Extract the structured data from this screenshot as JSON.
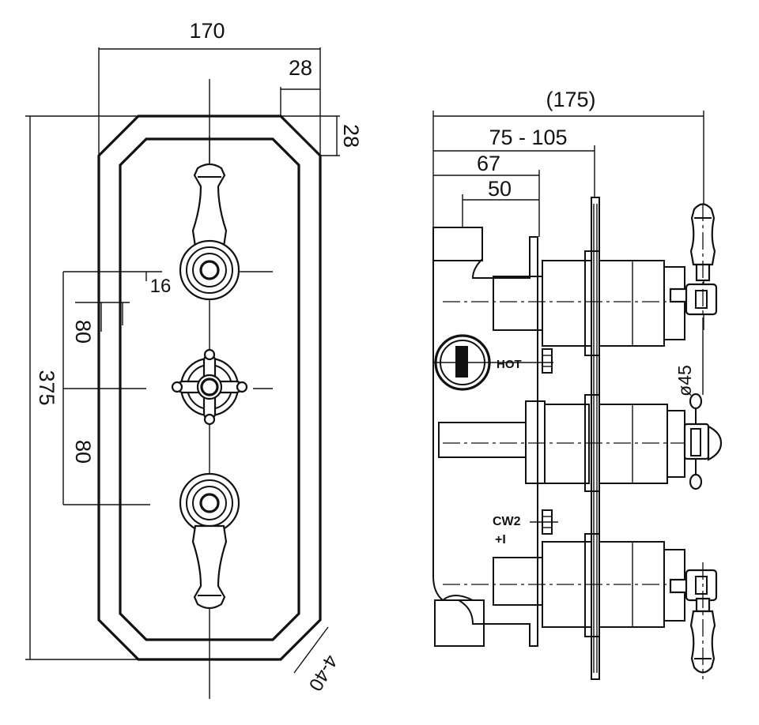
{
  "front_view": {
    "dim_width": "170",
    "dim_chamfer_h": "28",
    "dim_chamfer_v": "28",
    "dim_height": "375",
    "dim_spacing_upper": "80",
    "dim_spacing_lower": "80",
    "dim_offset": "16",
    "dim_fixing": "4-40"
  },
  "side_view": {
    "dim_overall": "(175)",
    "dim_range": "75 - 105",
    "dim_67": "67",
    "dim_50": "50",
    "dim_diameter": "ø45",
    "label_hot": "HOT",
    "label_cw2": "CW2",
    "label_plus": "+I"
  }
}
